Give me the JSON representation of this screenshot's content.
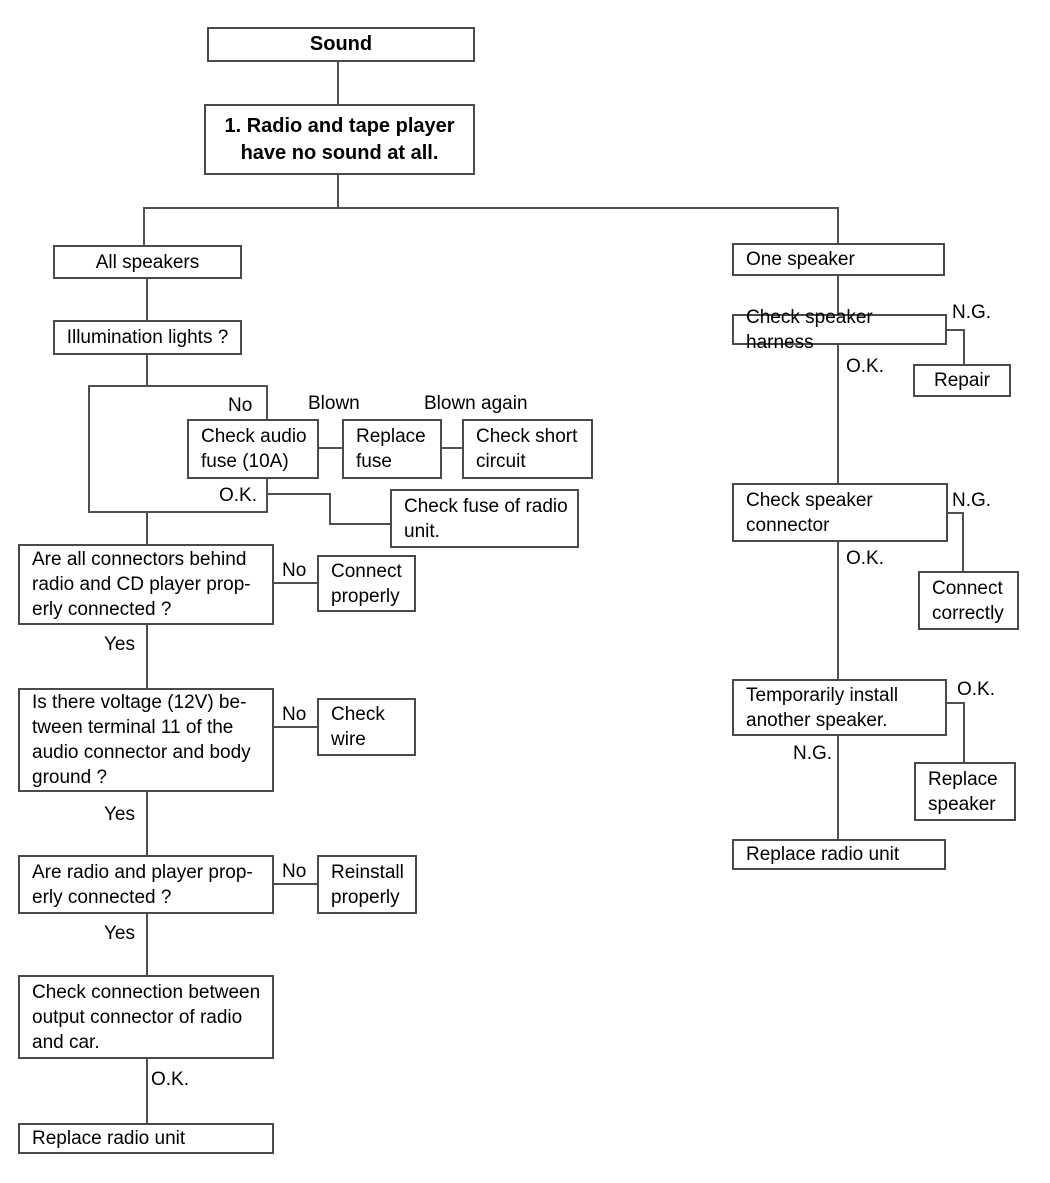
{
  "diagram": {
    "nodes": {
      "sound": "Sound",
      "problem": "1. Radio and tape player\nhave no sound at all.",
      "all_speakers": "All speakers",
      "illumination": "Illumination lights ?",
      "check_audio_fuse": "Check audio\nfuse (10A)",
      "replace_fuse": "Replace\nfuse",
      "check_short_circuit": "Check short\ncircuit",
      "check_fuse_radio": "Check fuse of radio\nunit.",
      "connectors_question": "Are all connectors behind\nradio and CD player prop-\nerly connected ?",
      "connect_properly": "Connect\nproperly",
      "voltage_question": "Is there voltage (12V) be-\ntween terminal 11 of the\naudio connector and body\nground ?",
      "check_wire": "Check\nwire",
      "radio_player_question": "Are radio and player prop-\nerly connected ?",
      "reinstall_properly": "Reinstall\nproperly",
      "check_connection": "Check connection between\noutput connector of radio\nand car.",
      "replace_radio_left": "Replace radio unit",
      "one_speaker": "One speaker",
      "check_harness": "Check speaker harness",
      "repair": "Repair",
      "check_connector": "Check speaker\nconnector",
      "connect_correctly": "Connect\ncorrectly",
      "temp_install": "Temporarily install\nanother speaker.",
      "replace_speaker": "Replace\nspeaker",
      "replace_radio_right": "Replace radio unit"
    },
    "edge_labels": {
      "fuse_no": "No",
      "blown": "Blown",
      "blown_again": "Blown again",
      "fuse_ok": "O.K.",
      "connectors_no": "No",
      "connectors_yes": "Yes",
      "voltage_no": "No",
      "voltage_yes": "Yes",
      "radio_no": "No",
      "radio_yes": "Yes",
      "connection_ok": "O.K.",
      "harness_ng": "N.G.",
      "harness_ok": "O.K.",
      "connector_ng": "N.G.",
      "connector_ok": "O.K.",
      "temp_ok": "O.K.",
      "temp_ng": "N.G."
    },
    "colors": {
      "line": "#4f4f4f",
      "border": "#4a4a4a",
      "text": "#000000",
      "background": "#ffffff"
    }
  }
}
